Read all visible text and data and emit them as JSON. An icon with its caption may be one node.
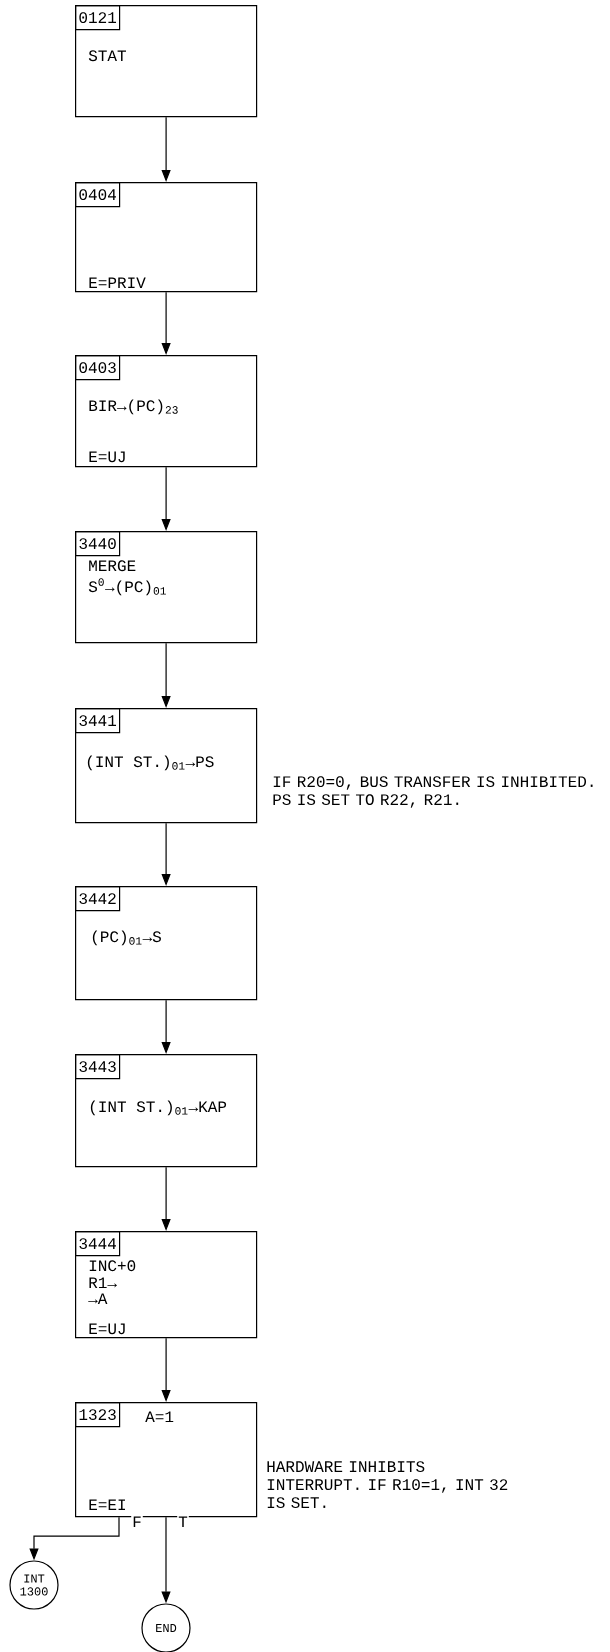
{
  "diagram": {
    "nodes": [
      {
        "text": [
          "0121",
          "STAT"
        ]
      },
      {
        "text": [
          "0404",
          "E=PRIV"
        ]
      },
      {
        "text": [
          "0403",
          "BIR→(PC)$_{23}$",
          "E=UJ"
        ]
      },
      {
        "text": [
          "3440",
          "MERGE",
          "S$^{0}$→(PC)$_{01}$"
        ]
      },
      {
        "text": [
          "3441",
          "(INT ST.)$_{01}$→PS"
        ],
        "beside": [
          "IF R20=0, BUS TRANSFER IS INHIBITED. PS IS SET TO R22, R21."
        ]
      },
      {
        "text": [
          "3442",
          "(PC)$_{01}$→S"
        ]
      },
      {
        "text": [
          "3443",
          "(INT ST.)$_{01}$→KAP"
        ]
      },
      {
        "text": [
          "3444",
          "INC+0",
          "R1→",
          "→A",
          "E=UJ"
        ]
      },
      {
        "text": [
          "1323",
          "A=1",
          "E=EI"
        ],
        "beside": [
          "HARDWARE INHIBITS INTERRUPT. IF R10=1, INT 32 IS SET."
        ]
      },
      {
        "text": [
          "INT 1300"
        ]
      },
      {
        "text": [
          "END"
        ]
      }
    ],
    "edges": [
      {
        "from": 0,
        "to": 1,
        "arrow": "to"
      },
      {
        "from": 1,
        "to": 2,
        "arrow": "to"
      },
      {
        "from": 2,
        "to": 3,
        "arrow": "to"
      },
      {
        "from": 3,
        "to": 4,
        "arrow": "to"
      },
      {
        "from": 4,
        "to": 5,
        "arrow": "to"
      },
      {
        "from": 5,
        "to": 6,
        "arrow": "to"
      },
      {
        "from": 6,
        "to": 7,
        "arrow": "to"
      },
      {
        "from": 7,
        "to": 8,
        "arrow": "to"
      },
      {
        "from": 8,
        "to": 9,
        "label": "F",
        "arrow": "to"
      },
      {
        "from": 8,
        "to": 10,
        "label": "T",
        "arrow": "to"
      }
    ]
  }
}
